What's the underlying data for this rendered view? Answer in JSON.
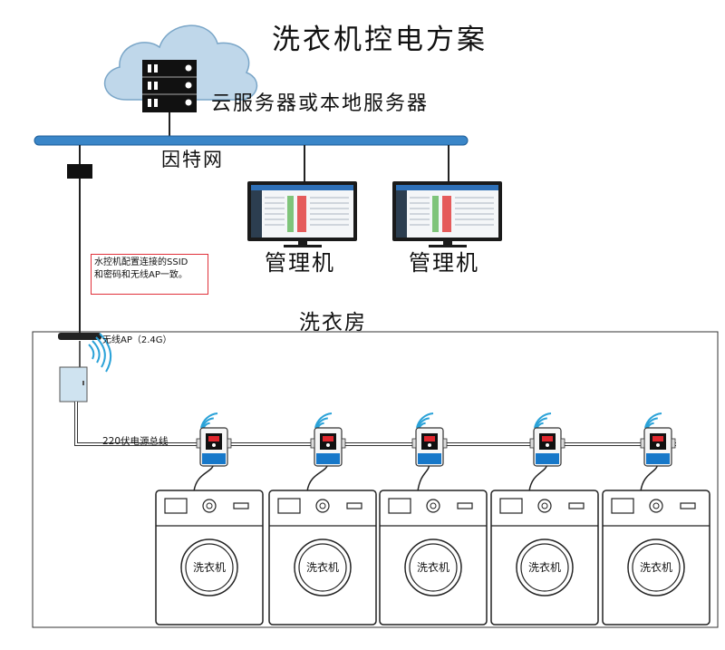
{
  "title": "洗衣机控电方案",
  "server": {
    "label": "云服务器或本地服务器",
    "icon": "cloud-server-icon"
  },
  "internet": {
    "label": "因特网"
  },
  "managers": [
    {
      "label": "管理机"
    },
    {
      "label": "管理机"
    }
  ],
  "note": {
    "line1": "水控机配置连接的SSID",
    "line2": "和密码和无线AP一致。"
  },
  "laundry_room": {
    "label": "洗衣房",
    "ap_label": "无线AP（2.4G）",
    "power_line_label": "220伏电源总线",
    "machines": [
      {
        "label": "洗衣机"
      },
      {
        "label": "洗衣机"
      },
      {
        "label": "洗衣机"
      },
      {
        "label": "洗衣机"
      },
      {
        "label": "洗衣机"
      }
    ]
  },
  "colors": {
    "bus": "#3a86c8",
    "cloud": "#bfd7ea",
    "wifi": "#2aa2d8",
    "controller_blue": "#1778c9",
    "note_border": "#e0313a",
    "display_red": "#e0262d"
  }
}
